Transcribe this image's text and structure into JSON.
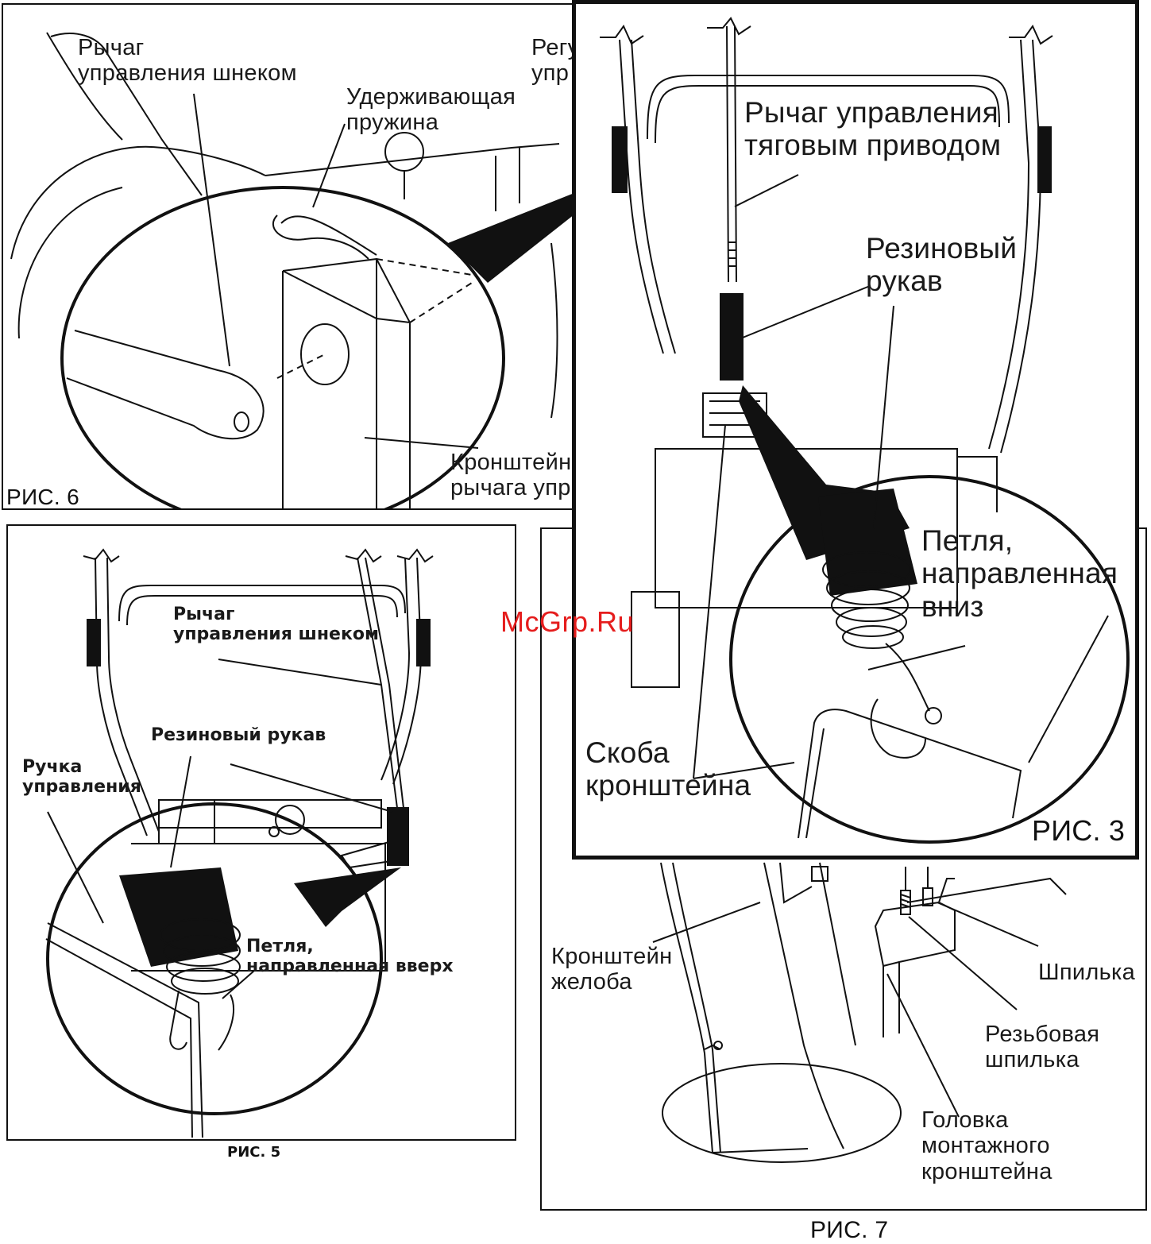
{
  "fig6": {
    "caption": "РИС. 6",
    "labels": {
      "auger_lever": "Рычаг\nуправления шнеком",
      "retaining_spring": "Удерживающая\nпружина",
      "adjust_partial": "Регу\nупр",
      "bracket_partial": "Кронштейн\nрычага упр"
    }
  },
  "fig5": {
    "caption": "РИС. 5",
    "labels": {
      "auger_lever": "Рычаг\nуправления шнеком",
      "rubber_sleeve": "Резиновый рукав",
      "control_handle": "Ручка\nуправления",
      "loop_up": "Петля,\nнаправленная вверх"
    }
  },
  "fig7": {
    "caption": "РИС. 7",
    "labels": {
      "chute_bracket": "Кронштейн\nжелоба",
      "pin": "Шпилька",
      "threaded_pin": "Резьбовая\nшпилька",
      "mount_head": "Головка\nмонтажного\nкронштейна"
    }
  },
  "fig3": {
    "caption": "РИС. 3",
    "labels": {
      "drive_lever": "Рычаг управления\nтяговым приводом",
      "rubber_sleeve": "Резиновый\nрукав",
      "loop_down": "Петля,\nнаправленная\nвниз",
      "bracket_clip": "Скоба\nкронштейна"
    }
  },
  "watermark": "McGrp.Ru",
  "colors": {
    "ink": "#111111",
    "watermark": "#e51d1d"
  }
}
